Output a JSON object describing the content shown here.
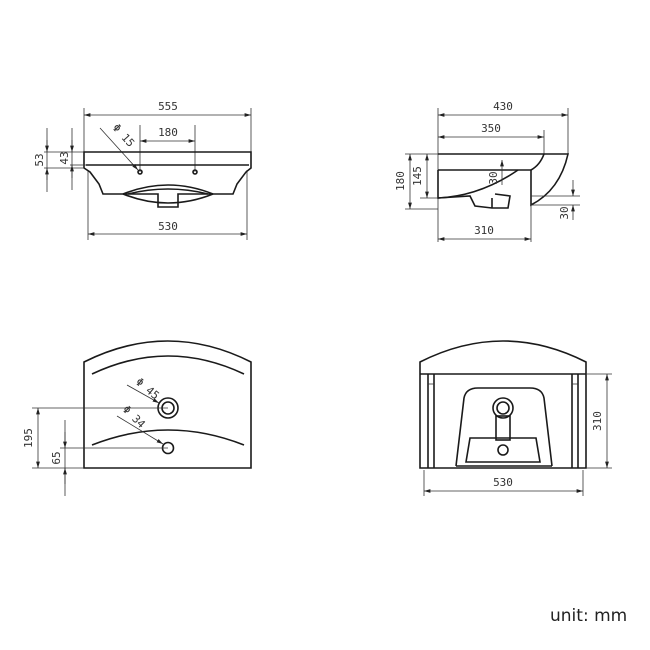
{
  "drawing": {
    "subject": "wash basin dimension drawing",
    "views": {
      "front": {
        "overall_width": "555",
        "bottom_width": "530",
        "tap_hole_spacing": "180",
        "tap_hole_diameter": "Φ 15",
        "height_outer": "53",
        "height_inner": "43"
      },
      "side": {
        "overall_depth": "430",
        "bowl_depth": "350",
        "base_depth": "310",
        "total_height": "180",
        "bowl_height": "145",
        "drain_offset": "30",
        "lip_height": "30"
      },
      "top": {
        "tap_hole_diameter": "Φ 45",
        "overflow_diameter": "Φ 34",
        "tap_hole_from_back": "195",
        "drain_from_back": "65"
      },
      "bottom": {
        "width": "530",
        "depth": "310"
      }
    },
    "unit_label": "unit: mm"
  }
}
